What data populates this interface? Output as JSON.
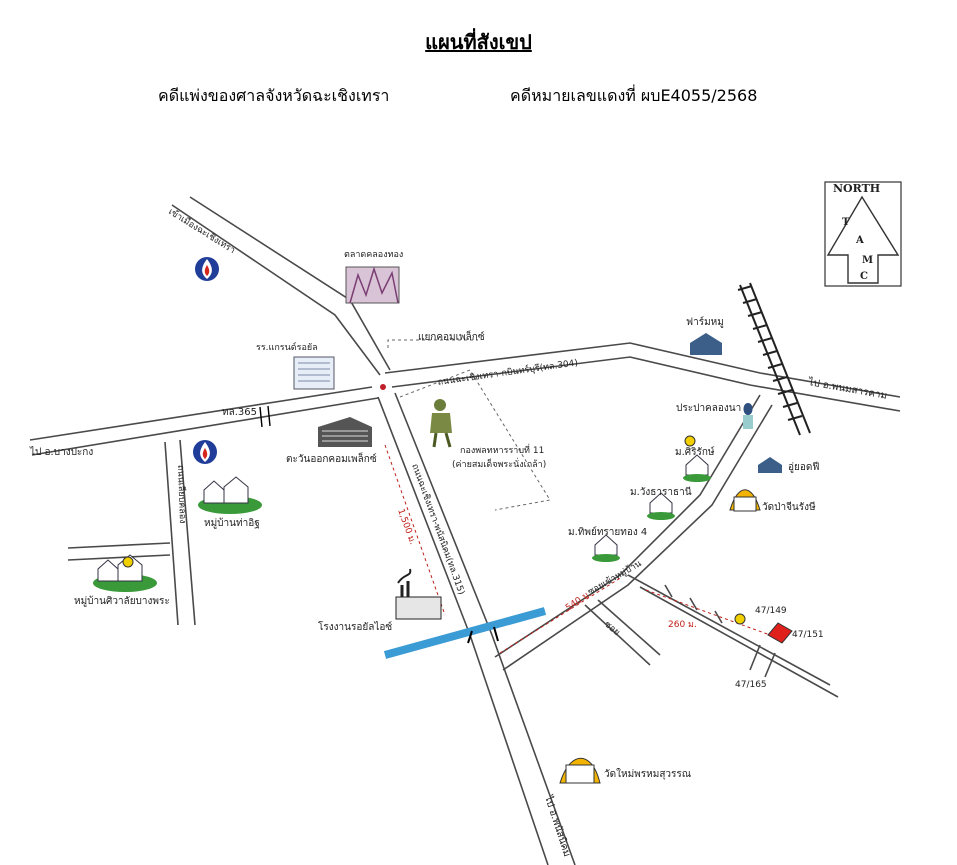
{
  "header": {
    "title": "แผนที่สังเขป",
    "court": "คดีแพ่งของศาลจังหวัดฉะเชิงเทรา",
    "case_number": "คดีหมายเลขแดงที่  ผบE4055/2568"
  },
  "compass": {
    "label": "NORTH",
    "letters": [
      "T",
      "A",
      "M",
      "C"
    ]
  },
  "roads": {
    "to_city": "เข้าเมืองฉะเชิงเทรา",
    "to_bang_pakong": "ไป อ.บางปะกง",
    "highway_304": "ถนนฉะเชิงเทรา-กบินทร์บุรี(ทล.304)",
    "to_phanom_sarakham": "ไป อ.พนมสารคาม",
    "route_315": "ถนนฉะเชิงเทรา-พนัสนิคม(ทล.315)",
    "to_phanat_nikhom": "ไป อ.พนัสนิคม",
    "route_365": "ทล.365",
    "side_road_left": "ถนนเลียบคลอง",
    "soi_1": "ซอยเข้าหมู่บ้าน",
    "soi_2": "ซอย"
  },
  "distances": {
    "d1": "1,500 ม.",
    "d2": "540 ม.",
    "d3": "260 ม."
  },
  "places": {
    "market": "ตลาดคลองทอง",
    "junction": "แยกคอมเพล็กซ์",
    "school": "รร.แกรนด์รอยัล",
    "complex": "ตะวันออกคอมเพล็กซ์",
    "army_line1": "กองพลทหารราบที่ 11",
    "army_line2": "(ค่ายสมเด็จพระนั่งเกล้า)",
    "village_tha_it": "หมู่บ้านท่าอิฐ",
    "village_siwalai": "หมู่บ้านศิวาลัยบางพระ",
    "factory": "โรงงานรอยัลไอซ์",
    "farm": "ฟาร์มหมู",
    "water_supply": "ประปาคลองนา",
    "mo_sirirak": "ม.ศิริรักษ์",
    "oil_depot": "อู่ยอดฟี",
    "mo_chaiyarat": "ม.วังธาราธานี",
    "temple_1": "วัดป่าจีนรังษี",
    "mo_thipwiman": "ม.ทิพย์ทรายทอง 4",
    "temple_2": "วัดใหม่พรหมสุวรรณ",
    "parcel_1": "47/149",
    "parcel_target": "47/151",
    "parcel_3": "47/165"
  },
  "colors": {
    "road": "#4a4a4a",
    "canal": "#3a9bd5",
    "target": "#e0201b",
    "gas": "#1f3d99"
  }
}
